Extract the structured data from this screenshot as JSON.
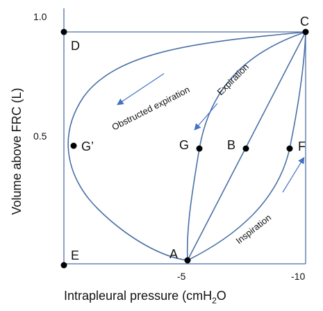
{
  "colors": {
    "line": "#4a6fa5",
    "point": "#000000",
    "arrow": "#4472c4",
    "text": "#111111"
  },
  "points": [
    {
      "id": "A",
      "label": "A"
    },
    {
      "id": "B",
      "label": "B"
    },
    {
      "id": "C",
      "label": "C"
    },
    {
      "id": "D",
      "label": "D"
    },
    {
      "id": "E",
      "label": "E"
    },
    {
      "id": "F",
      "label": "F"
    },
    {
      "id": "G",
      "label": "G"
    },
    {
      "id": "Gp",
      "label": "G’"
    }
  ],
  "axes": {
    "y_title": "Volume above FRC (L)",
    "x_title": "Intrapleural pressure (cmH",
    "x_title_sub": "2",
    "x_title_tail": "O",
    "y_ticks": [
      "1.0",
      "0.5"
    ],
    "x_ticks": [
      "-5",
      "-10"
    ]
  },
  "annotations": {
    "obstructed": "Obstructed expiration",
    "expiration": "Expiration",
    "inspiration": "Inspiration"
  }
}
